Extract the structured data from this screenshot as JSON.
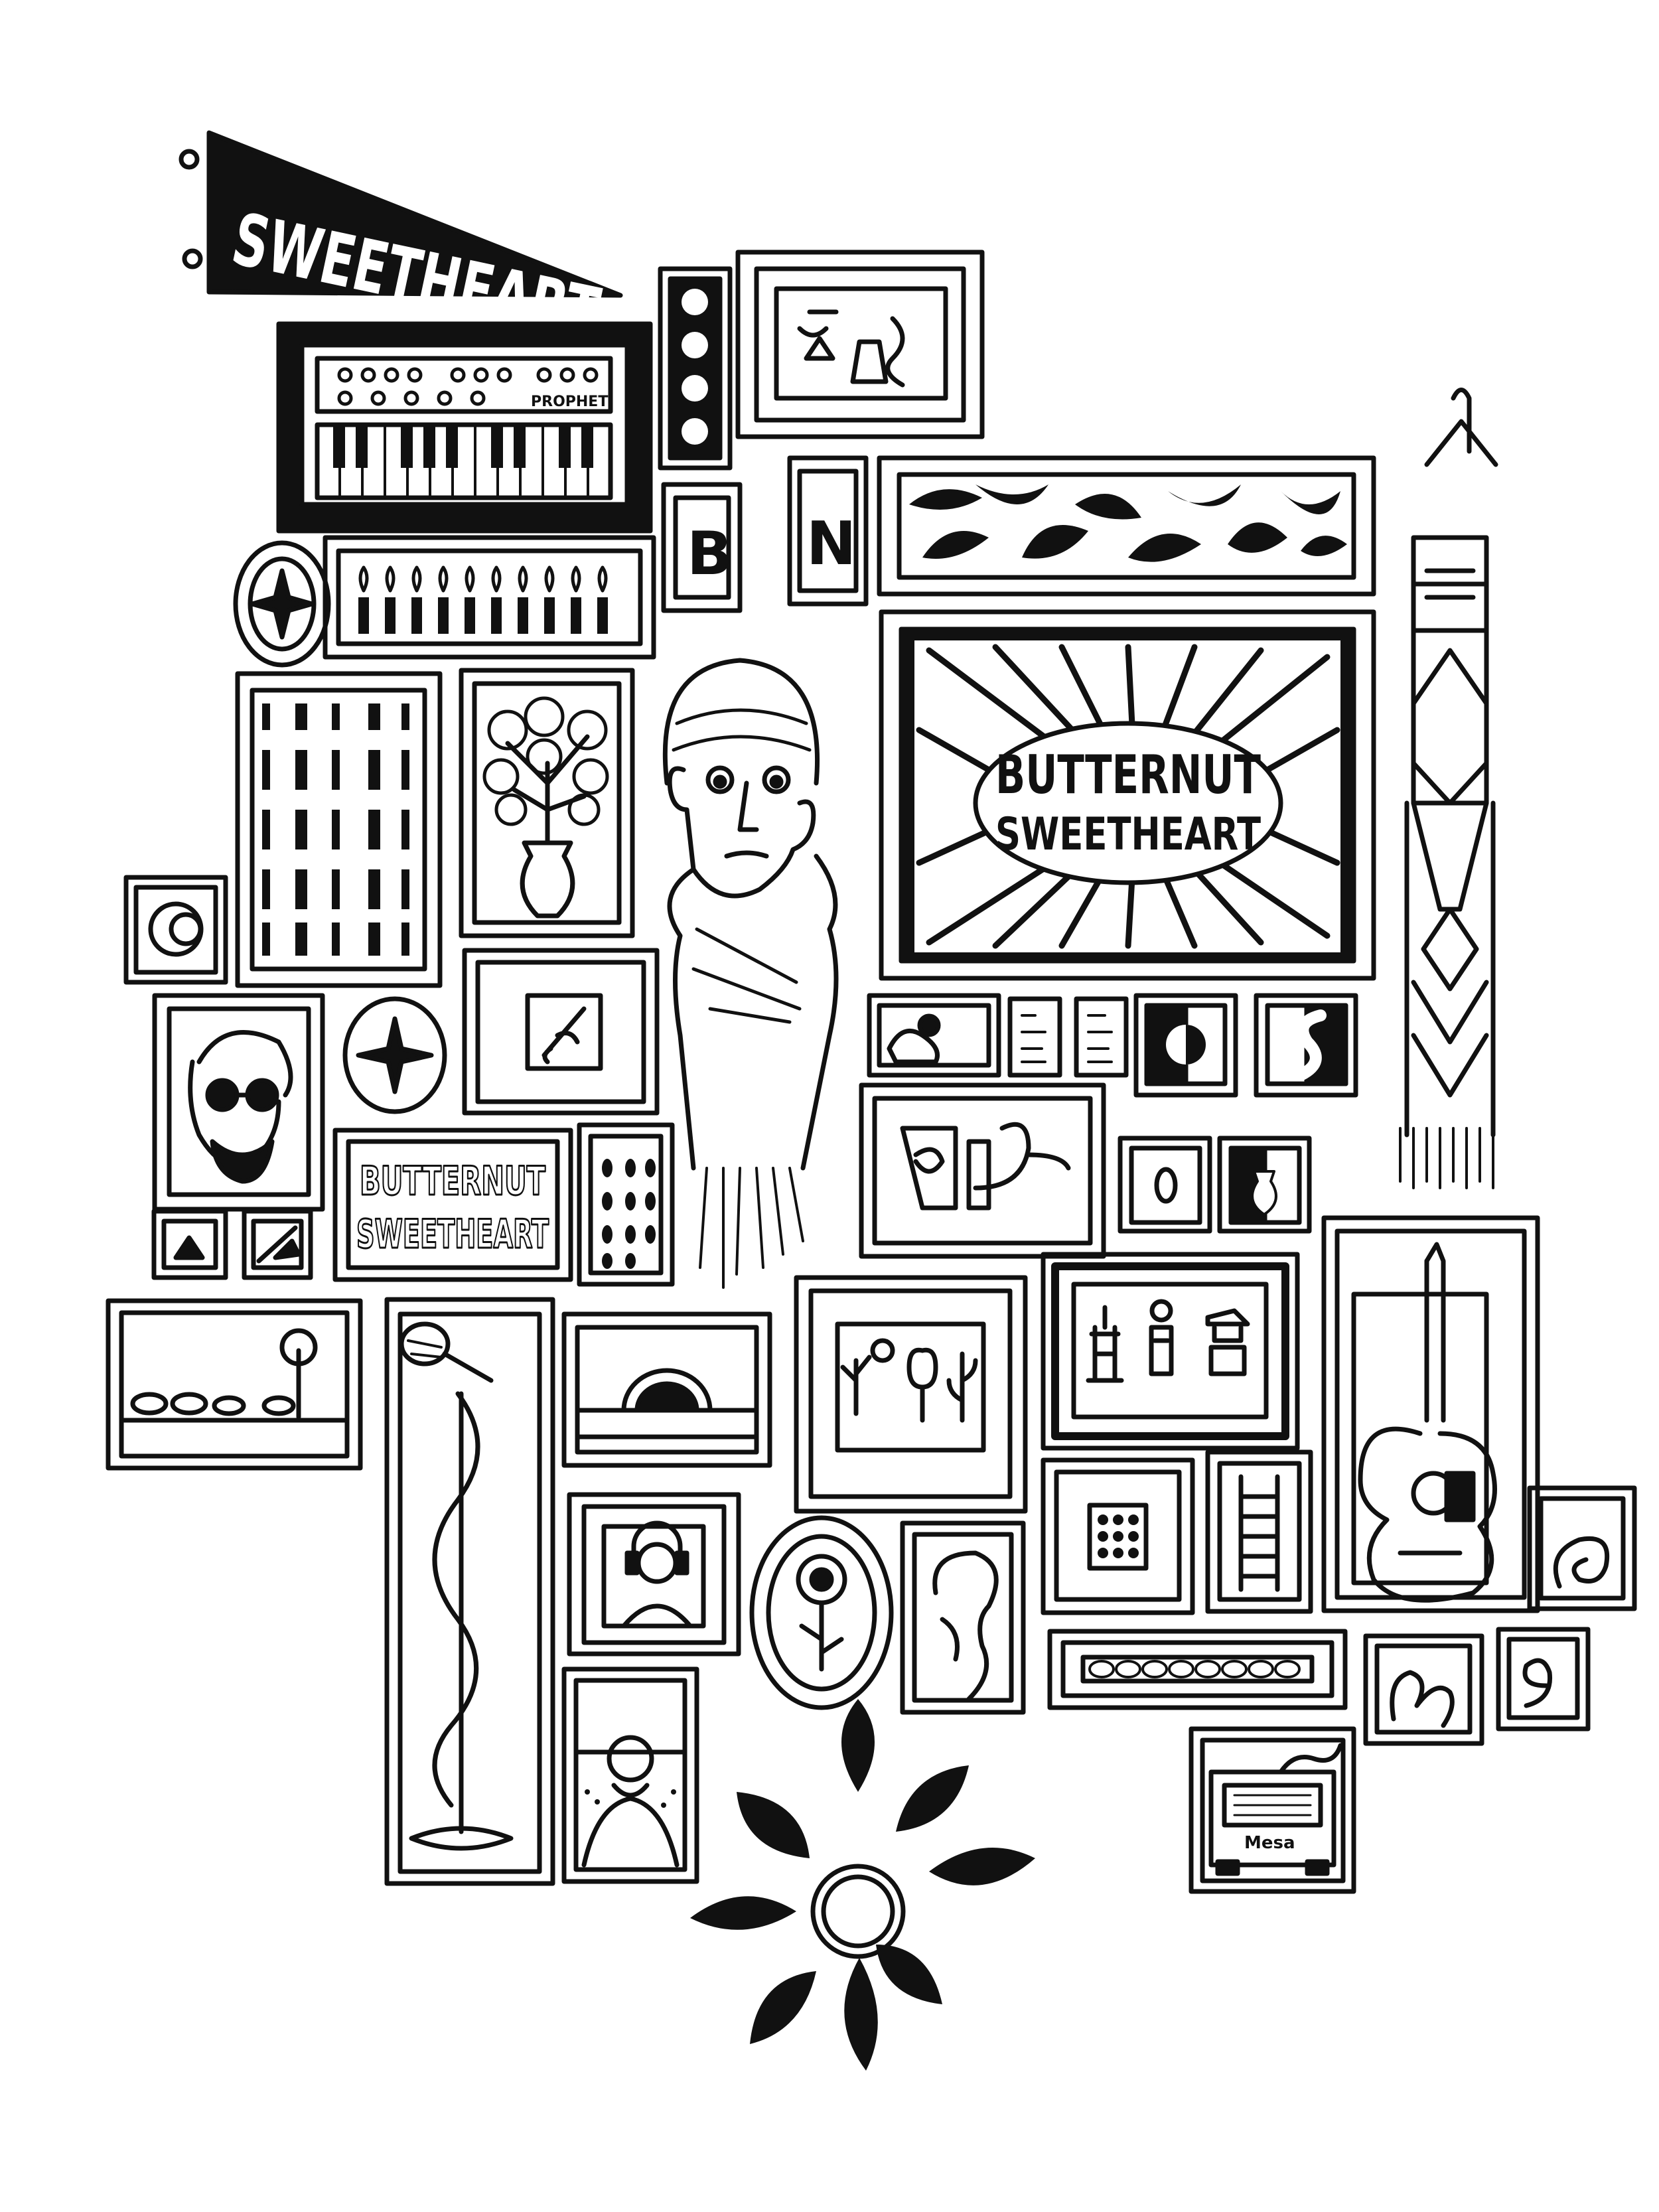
{
  "pennant": {
    "text": "SWEETHEART"
  },
  "monogram": {
    "left": "B",
    "right": "N"
  },
  "band_sign_small": {
    "line1": "BUTTERNUT",
    "line2": "SWEETHEART"
  },
  "band_poster": {
    "line1": "BUTTERNUT",
    "line2": "SWEETHEART"
  },
  "synth": {
    "label": "PROPHET"
  },
  "amp": {
    "label": "Mesa"
  },
  "colors": {
    "ink": "#111111",
    "paper": "#ffffff"
  }
}
